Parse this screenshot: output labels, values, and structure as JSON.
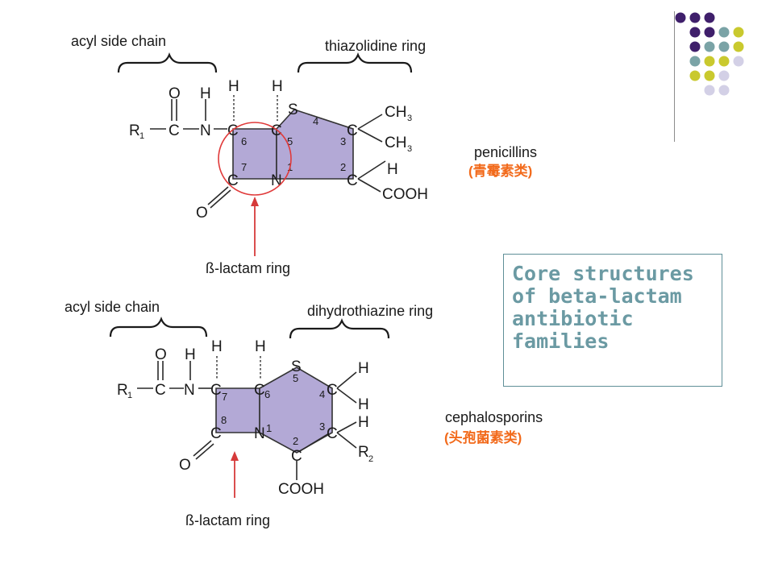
{
  "colors": {
    "dot_purple": "#3f1f6b",
    "dot_teal": "#7aa3a6",
    "dot_olive": "#c9c92e",
    "dot_lavender": "#d3d0e6",
    "ring_fill": "#b3a9d6",
    "beta_circle": "#e03a3a",
    "arrow_red": "#d63a3a",
    "chinese_label": "#f26a1b",
    "box_text": "#6b9aa3"
  },
  "penicillin": {
    "acyl_label": "acyl side chain",
    "ring_label": "thiazolidine ring",
    "family_name": "penicillins",
    "family_cn": "(青霉素类)",
    "beta_label": "ß-lactam ring",
    "atoms": {
      "o_top": "O",
      "h_n": "H",
      "r1": "R",
      "r1_sub": "1",
      "c_acyl": "C",
      "n_amide": "N",
      "h1": "H",
      "h2": "H",
      "c6": "C",
      "c5": "C",
      "s": "S",
      "c3": "C",
      "c2": "C",
      "c7": "C",
      "n1": "N",
      "o_beta": "O",
      "me1": "CH",
      "me1_sub": "3",
      "me2": "CH",
      "me2_sub": "3",
      "h_c2": "H",
      "cooh": "COOH"
    },
    "ring_numbers": {
      "n1": "1",
      "n2": "2",
      "n3": "3",
      "n4": "4",
      "n5": "5",
      "n6": "6",
      "n7": "7"
    }
  },
  "cephalosporin": {
    "acyl_label": "acyl side chain",
    "ring_label": "dihydrothiazine ring",
    "family_name": "cephalosporins",
    "family_cn": "(头孢菌素类)",
    "beta_label": "ß-lactam ring",
    "atoms": {
      "o_top": "O",
      "h_n": "H",
      "r1": "R",
      "r1_sub": "1",
      "c_acyl": "C",
      "n_amide": "N",
      "h7": "H",
      "h6": "H",
      "c7": "C",
      "c6": "C",
      "s": "S",
      "c4": "C",
      "c3": "C",
      "c2": "C",
      "c8": "C",
      "n1": "N",
      "o_beta": "O",
      "h_a": "H",
      "h_b": "H",
      "h_c": "H",
      "r2": "R",
      "r2_sub": "2",
      "cooh": "COOH"
    },
    "ring_numbers": {
      "n1": "1",
      "n2": "2",
      "n3": "3",
      "n4": "4",
      "n5": "5",
      "n6": "6",
      "n7": "7",
      "n8": "8"
    }
  },
  "core_box": {
    "line1": "Core structures",
    "line2": "of beta-lactam",
    "line3": "antibiotic",
    "line4": "families"
  }
}
